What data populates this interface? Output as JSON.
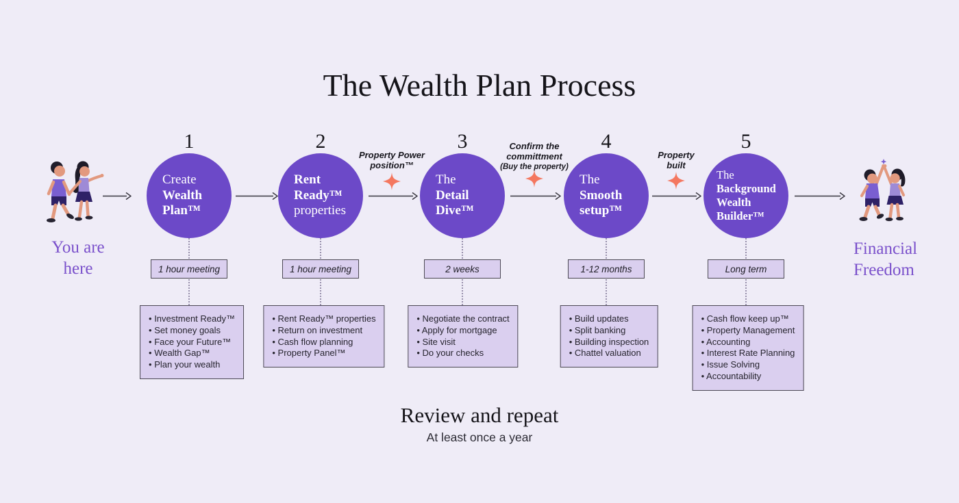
{
  "title": "The Wealth Plan Process",
  "start_label": "You are here",
  "end_label": "Financial Freedom",
  "steps": [
    {
      "number": "1",
      "circle_lines": [
        {
          "text": "Create",
          "bold": false
        },
        {
          "text": "Wealth",
          "bold": true
        },
        {
          "text": "Plan™",
          "bold": true
        }
      ],
      "duration": "1 hour meeting",
      "items": [
        "Investment Ready™",
        "Set money goals",
        "Face your Future™",
        "Wealth Gap™",
        "Plan your wealth"
      ]
    },
    {
      "number": "2",
      "circle_lines": [
        {
          "text": "Rent",
          "bold": true
        },
        {
          "text": "Ready™",
          "bold": true
        },
        {
          "text": "properties",
          "bold": false
        }
      ],
      "duration": "1 hour meeting",
      "items": [
        "Rent Ready™ properties",
        "Return on investment",
        "Cash flow planning",
        "Property Panel™"
      ]
    },
    {
      "number": "3",
      "circle_lines": [
        {
          "text": "The",
          "bold": false
        },
        {
          "text": "Detail",
          "bold": true
        },
        {
          "text": "Dive™",
          "bold": true
        }
      ],
      "duration": "2 weeks",
      "items": [
        "Negotiate the contract",
        "Apply for mortgage",
        "Site visit",
        "Do your checks"
      ]
    },
    {
      "number": "4",
      "circle_lines": [
        {
          "text": "The",
          "bold": false
        },
        {
          "text": "Smooth",
          "bold": true
        },
        {
          "text": "setup™",
          "bold": true
        }
      ],
      "duration": "1-12 months",
      "items": [
        "Build updates",
        "Split banking",
        "Building inspection",
        "Chattel valuation"
      ]
    },
    {
      "number": "5",
      "circle_lines": [
        {
          "text": "The",
          "bold": false
        },
        {
          "text": "Background",
          "bold": true
        },
        {
          "text": "Wealth",
          "bold": true
        },
        {
          "text": "Builder™",
          "bold": true
        }
      ],
      "duration": "Long term",
      "items": [
        "Cash flow keep up™",
        "Property Management",
        "Accounting",
        "Interest Rate Planning",
        "Issue Solving",
        "Accountability"
      ]
    }
  ],
  "transitions": [
    {
      "between": "2-3",
      "lines": [
        "Property Power",
        "position™"
      ]
    },
    {
      "between": "3-4",
      "lines": [
        "Confirm the",
        "committment"
      ],
      "sub": "(Buy the property)"
    },
    {
      "between": "4-5",
      "lines": [
        "Property",
        "built"
      ]
    }
  ],
  "footer_title": "Review and repeat",
  "footer_subtitle": "At least once a year",
  "icons": {
    "arrow-right-icon": "→",
    "spark-star-icon": "✦"
  },
  "colors": {
    "background": "#EFECF7",
    "circle_fill": "#6C49C8",
    "panel_fill": "#DACFEF",
    "panel_border": "#4B4853",
    "accent_purple_text": "#7A50CB",
    "star_coral": "#F4775F",
    "arrow": "#35333C",
    "text_dark": "#1A1920"
  }
}
